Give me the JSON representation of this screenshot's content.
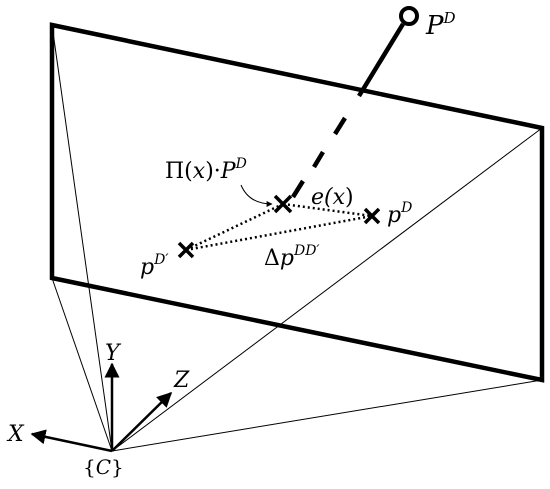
{
  "labels": {
    "point_3d": {
      "base": "P",
      "sup": "D"
    },
    "projection": {
      "prefix": "Π(",
      "var": "x",
      "mid": ")·",
      "base": "P",
      "sup": "D"
    },
    "error": {
      "base": "e(",
      "var": "x",
      "suffix": ")"
    },
    "observed": {
      "base": "p",
      "sup": "D"
    },
    "matched": {
      "base": "p",
      "sup": "D′"
    },
    "displacement": {
      "prefix": "Δ",
      "base": "p",
      "sup": "DD′"
    },
    "camera_center": "{C}",
    "axis_x": "X",
    "axis_y": "Y",
    "axis_z": "Z"
  },
  "colors": {
    "ink": "#000000",
    "background": "#ffffff"
  }
}
